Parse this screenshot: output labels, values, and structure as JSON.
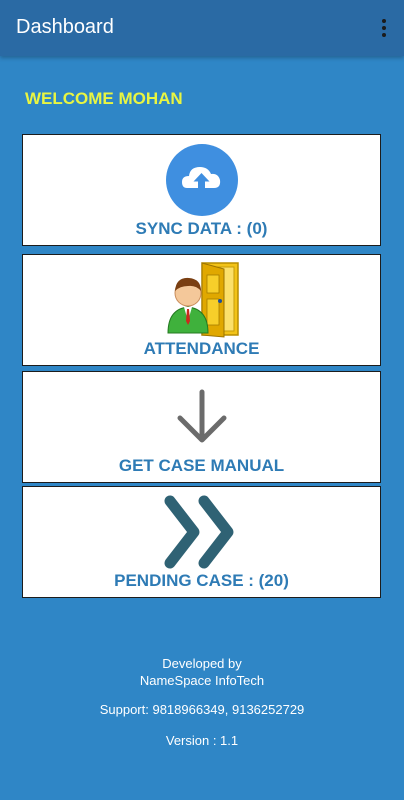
{
  "appbar": {
    "title": "Dashboard",
    "menu_icon": "more-vert-icon"
  },
  "welcome": "WELCOME MOHAN",
  "cards": [
    {
      "label": "SYNC DATA : (0)",
      "icon": "cloud-upload-icon"
    },
    {
      "label": "ATTENDANCE",
      "icon": "attendance-door-person-icon"
    },
    {
      "label": "GET CASE MANUAL",
      "icon": "arrow-down-icon"
    },
    {
      "label": "PENDING CASE : (20)",
      "icon": "double-chevron-right-icon"
    }
  ],
  "footer": {
    "developed_by": "Developed by",
    "company": "NameSpace InfoTech",
    "support": "Support: 9818966349, 9136252729",
    "version": "Version : 1.1"
  },
  "colors": {
    "background": "#2f86c6",
    "appbar": "#2a6aa4",
    "welcome_text": "#e8f542",
    "card_label": "#2e7bb5",
    "cloud_circle": "#3f8fe0",
    "arrow_gray": "#6b6b6b",
    "chevron_teal": "#2f6274"
  }
}
